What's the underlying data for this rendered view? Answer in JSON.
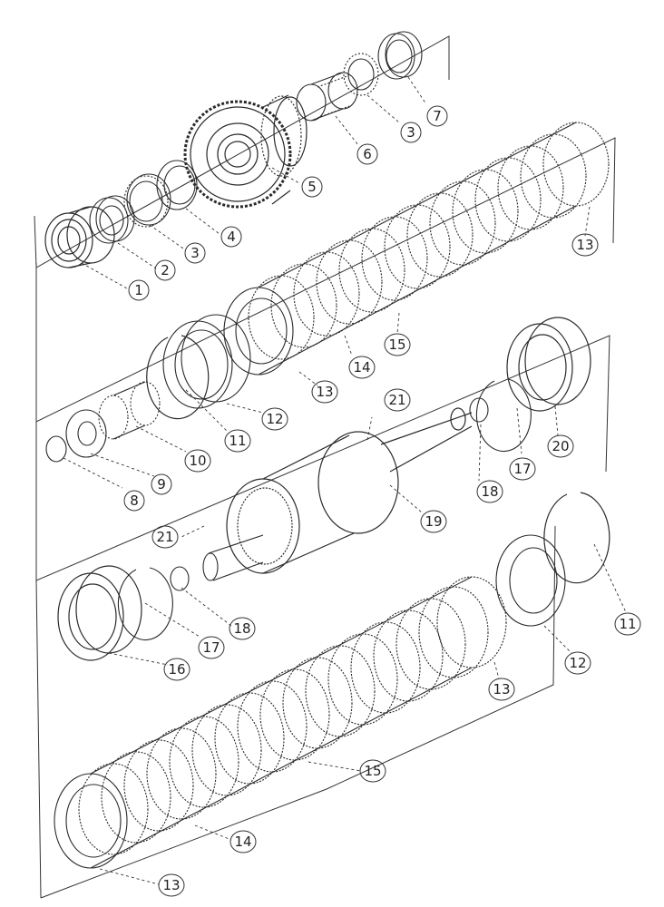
{
  "callouts": {
    "c1": "1",
    "c2": "2",
    "c3a": "3",
    "c4": "4",
    "c5": "5",
    "c6": "6",
    "c3b": "3",
    "c7": "7",
    "c13a": "13",
    "c15a": "15",
    "c14a": "14",
    "c13b": "13",
    "c12a": "12",
    "c11a": "11",
    "c10": "10",
    "c9": "9",
    "c8": "8",
    "c21a": "21",
    "c18a": "18",
    "c17a": "17",
    "c20": "20",
    "c19": "19",
    "c21b": "21",
    "c18b": "18",
    "c17b": "17",
    "c16": "16",
    "c11b": "11",
    "c12b": "12",
    "c13c": "13",
    "c15b": "15",
    "c14b": "14",
    "c13d": "13"
  },
  "colors": {
    "ink": "#2a2a2a",
    "background": "#ffffff"
  }
}
